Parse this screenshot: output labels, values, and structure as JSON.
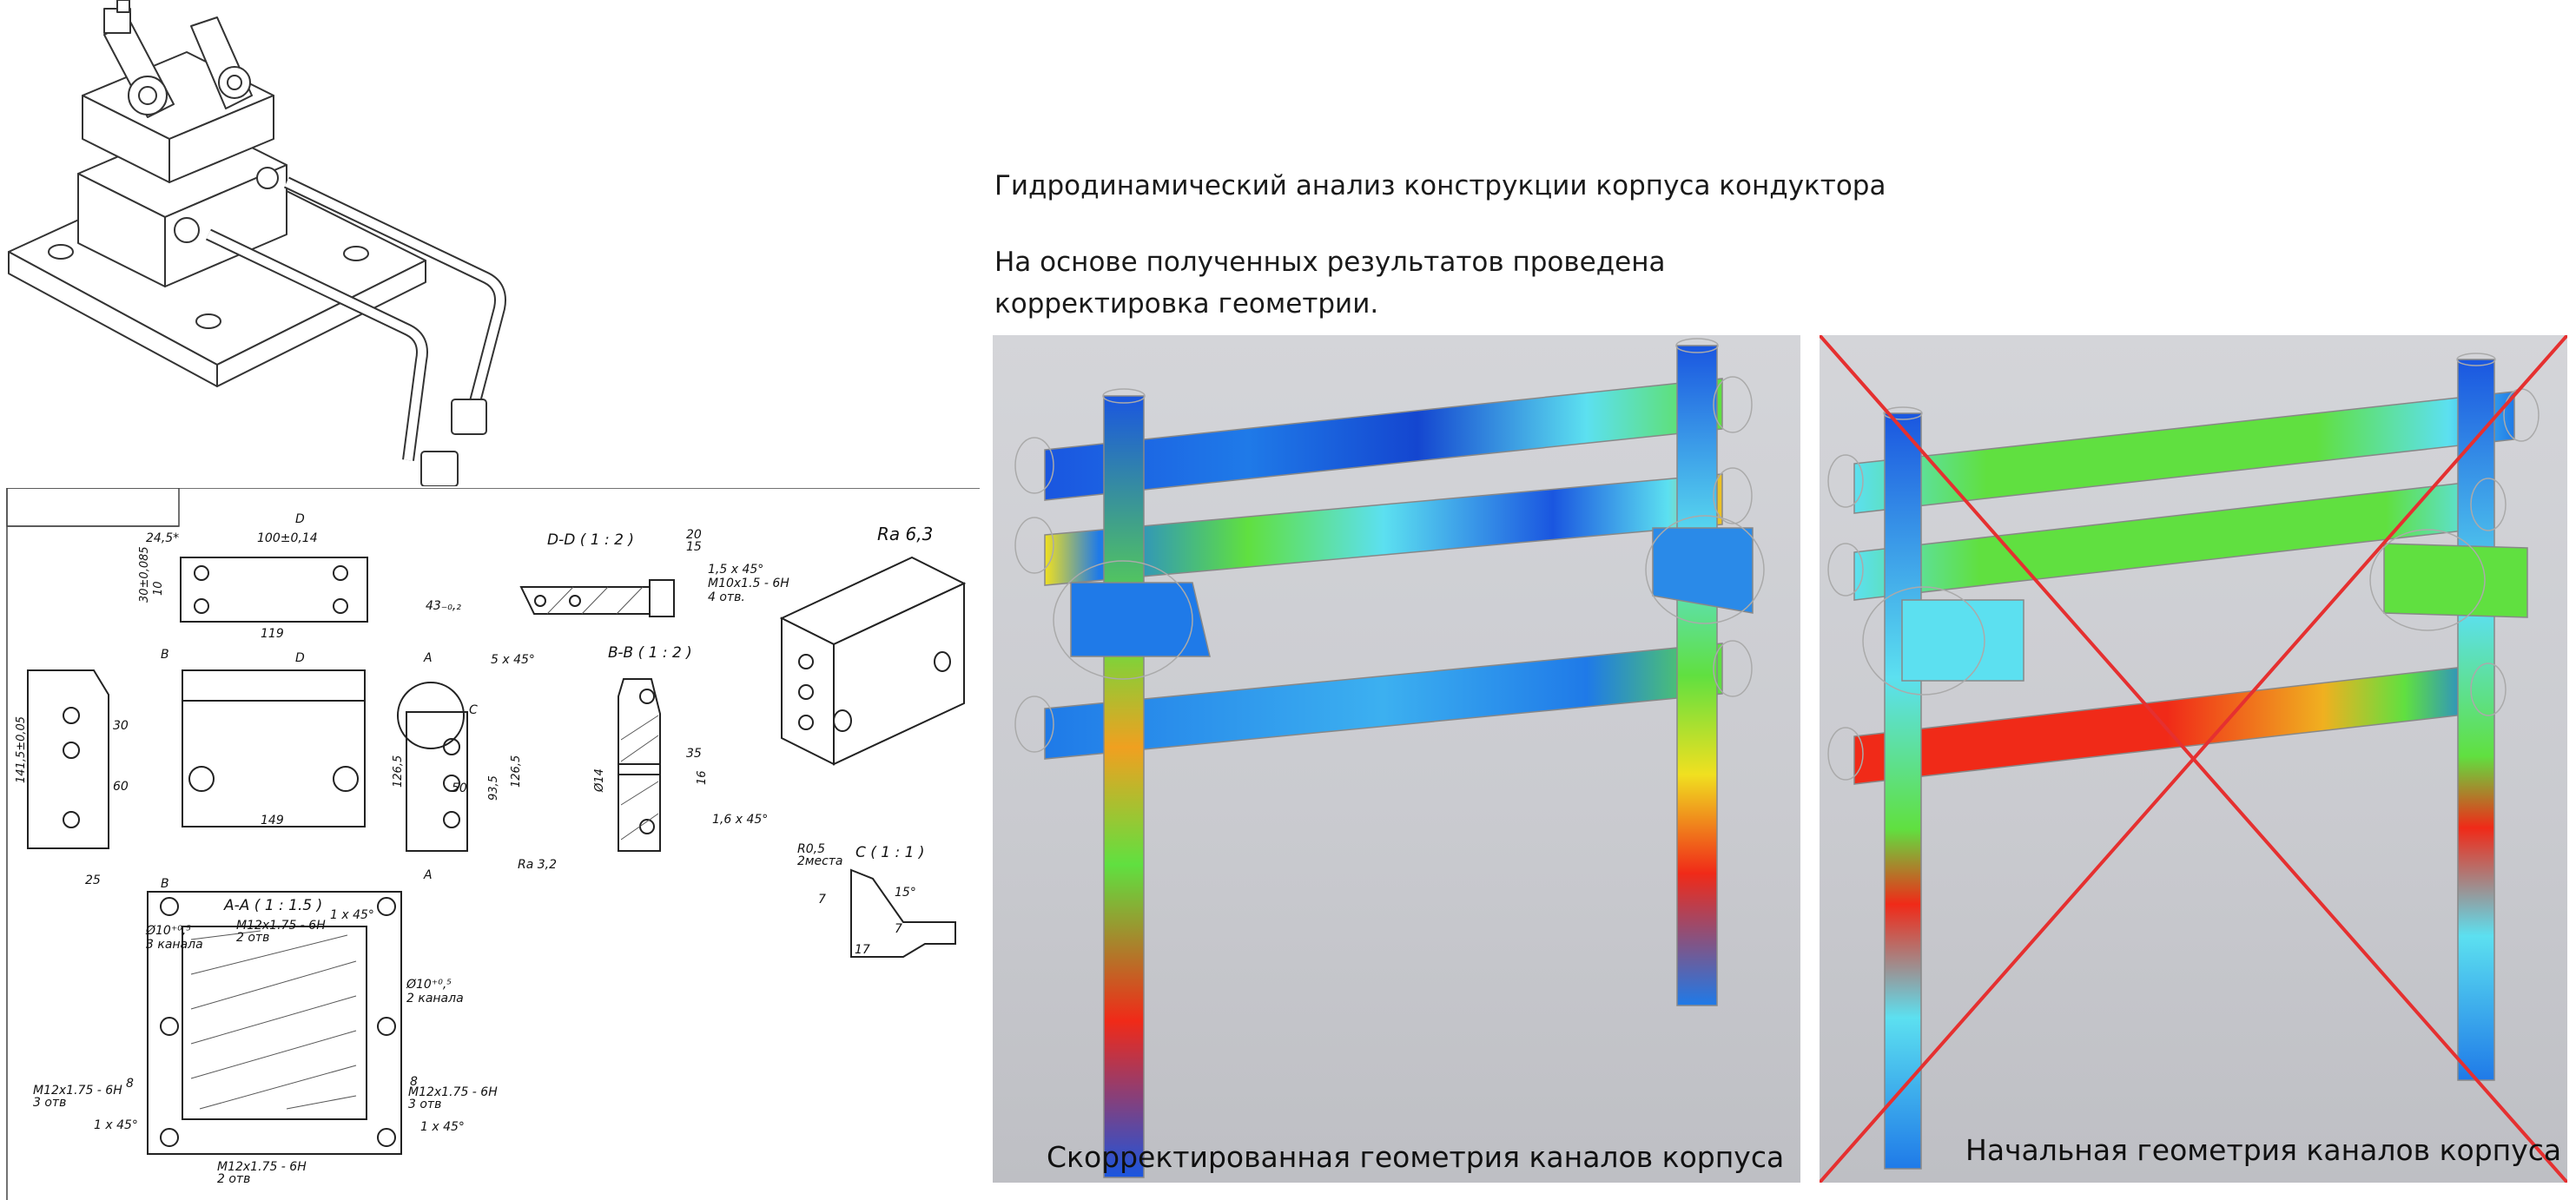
{
  "header": {
    "title": "Гидродинамический анализ конструкции корпуса кондуктора",
    "subtitle_line1": "На основе полученных результатов проведена",
    "subtitle_line2": "корректировка геометрии."
  },
  "panels": {
    "corrected": {
      "caption": "Скорректированная геометрия каналов корпуса",
      "crossed_out": false
    },
    "initial": {
      "caption": "Начальная геометрия каналов корпуса",
      "crossed_out": true
    }
  },
  "colors": {
    "cross": "#e53030",
    "flow_low": "#1a56e0",
    "flow_mid": "#5ce0f0",
    "flow_green": "#60e040",
    "flow_high": "#f02a18",
    "line": "#333333"
  },
  "drawing": {
    "roughness": "Ra 6,3",
    "roughness_local": "Ra 3,2",
    "views": {
      "dd": "D-D ( 1 : 2 )",
      "bb": "B-B ( 1 : 2 )",
      "aa": "A-A ( 1 : 1.5 )",
      "c": "C ( 1 : 1 )"
    },
    "section_letters": [
      "D",
      "D",
      "B",
      "B",
      "A",
      "A",
      "C"
    ],
    "dims": {
      "d245": "24,5*",
      "d100": "100±0,14",
      "d30": "30±0,085",
      "d10": "10",
      "d119": "119",
      "d43": "43₋₀,₂",
      "d5x45": "5 x 45°",
      "d20": "20",
      "d15": "15",
      "d15x45": "1,5 x 45°",
      "dm10": "M10x1.5 - 6H",
      "d4otv": "4 отв.",
      "d30b": "30",
      "d60": "60",
      "d25": "25",
      "d1415": "141,5±0,05",
      "d149": "149",
      "d1265": "126,5",
      "d935": "93,5",
      "d1265b": "126,5",
      "d50": "50",
      "d35": "35",
      "d14": "Ø14",
      "d16": "16",
      "d16x45": "1,6 x 45°",
      "dr05": "R0,5",
      "d2mesta": "2места",
      "d7": "7",
      "d7b": "7",
      "d17": "17",
      "d15deg": "15°",
      "d10a": "Ø10⁺⁰,⁵",
      "d3kan": "3 канала",
      "dm12a": "M12x1.75 - 6H",
      "d2otv": "2 отв",
      "d1x45a": "1 x 45°",
      "d10b": "Ø10⁺⁰,⁵",
      "d2kan": "2 канала",
      "dm12b": "M12x1.75 - 6H",
      "d3otv": "3 отв",
      "d8a": "8",
      "dm12c": "M12x1.75 - 6H",
      "d3otvb": "3 отв",
      "d8b": "8",
      "d1x45b": "1 x 45°",
      "dm12d": "M12x1.75 - 6H",
      "d2otvb": "2 отв",
      "d1x45c": "1 x 45°"
    }
  }
}
